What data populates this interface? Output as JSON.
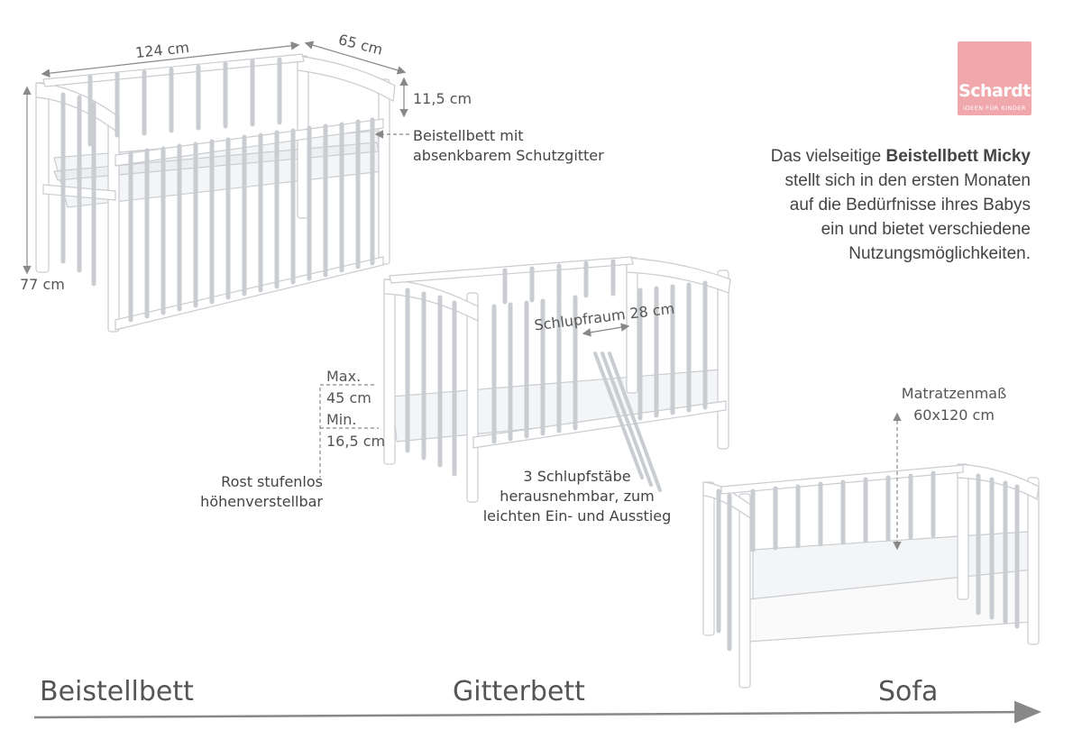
{
  "brand": {
    "name": "Schardt",
    "tagline": "IDEEN FÜR KINDER",
    "color": "#f0a8ad"
  },
  "intro": {
    "prefix": "Das vielseitige",
    "product": "Beistellbett Micky",
    "rest": [
      "stellt sich in den ersten Monaten",
      "auf die Bedürfnisse ihres Babys",
      "ein und bietet verschiedene",
      "Nutzungsmöglichkeiten."
    ]
  },
  "dimensions": {
    "length": "124 cm",
    "depth": "65 cm",
    "rail_drop": "11,5 cm",
    "height": "77 cm",
    "max_label": "Max.",
    "max_value": "45 cm",
    "min_label": "Min.",
    "min_value": "16,5 cm",
    "gap": "Schlupfraum 28 cm",
    "mattress_label": "Matratzenmaß",
    "mattress_value": "60x120 cm"
  },
  "notes": {
    "side_bed": [
      "Beistellbett mit",
      "absenkbarem Schutzgitter"
    ],
    "slats": [
      "3 Schlupfstäbe",
      "herausnehmbar, zum",
      "leichten Ein- und Ausstieg"
    ],
    "base": [
      "Rost stufenlos",
      "höhenverstellbar"
    ]
  },
  "stages": [
    "Beistellbett",
    "Gitterbett",
    "Sofa"
  ],
  "colors": {
    "frame": "#ffffff",
    "frame_outline": "#c9ccd0",
    "arrow": "#888888"
  }
}
